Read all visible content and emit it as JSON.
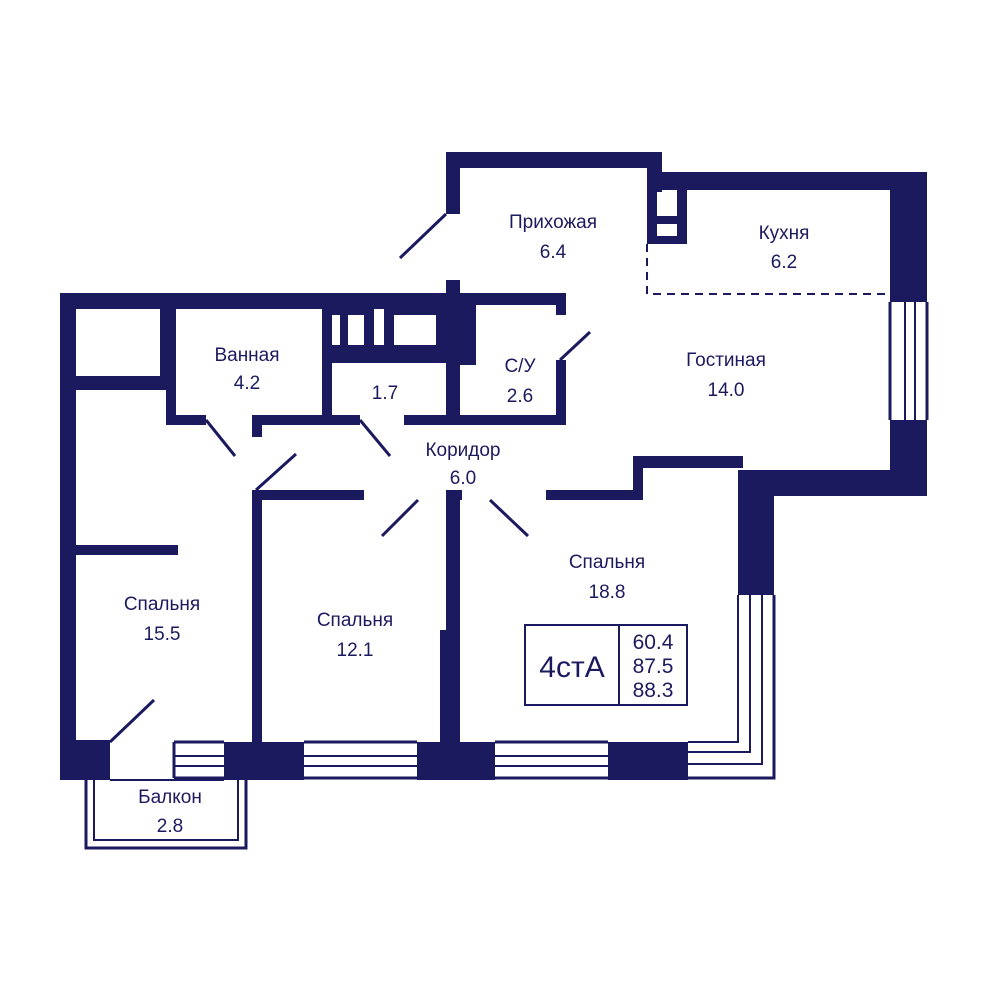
{
  "colors": {
    "wall": "#1c1a5e",
    "background": "#ffffff"
  },
  "rooms": [
    {
      "id": "hallway",
      "name": "Прихожая",
      "area": "6.4"
    },
    {
      "id": "kitchen",
      "name": "Кухня",
      "area": "6.2"
    },
    {
      "id": "bathroom",
      "name": "Ванная",
      "area": "4.2"
    },
    {
      "id": "storage",
      "name": "",
      "area": "1.7"
    },
    {
      "id": "wc",
      "name": "С/У",
      "area": "2.6"
    },
    {
      "id": "living",
      "name": "Гостиная",
      "area": "14.0"
    },
    {
      "id": "corridor",
      "name": "Коридор",
      "area": "6.0"
    },
    {
      "id": "bedroom-large",
      "name": "Спальня",
      "area": "18.8"
    },
    {
      "id": "bedroom-left",
      "name": "Спальня",
      "area": "15.5"
    },
    {
      "id": "bedroom-middle",
      "name": "Спальня",
      "area": "12.1"
    },
    {
      "id": "balcony",
      "name": "Балкон",
      "area": "2.8"
    }
  ],
  "badge": {
    "type": "4стА",
    "areas": [
      "60.4",
      "87.5",
      "88.3"
    ]
  }
}
